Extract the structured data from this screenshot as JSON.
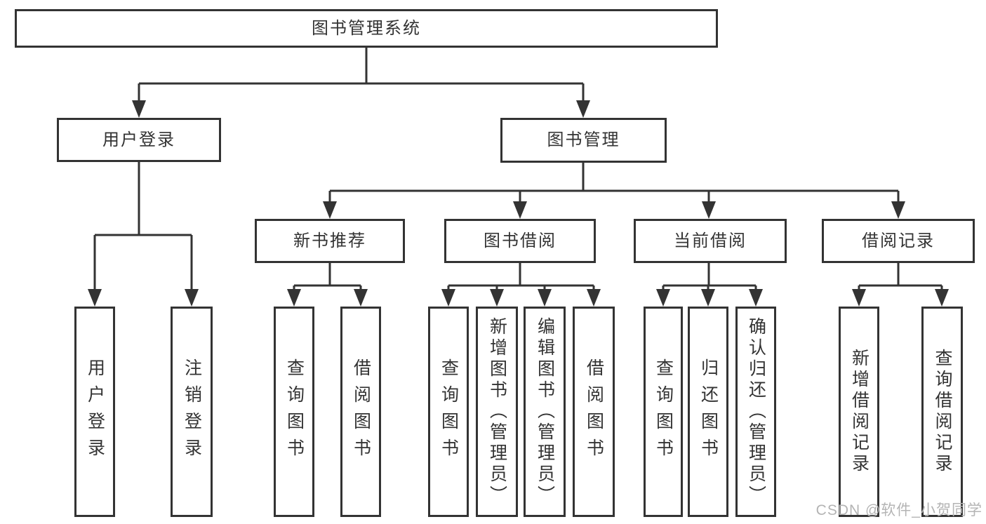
{
  "diagram_type": "functional-structure-tree",
  "tree": {
    "label": "图书管理系统",
    "children": [
      {
        "label": "用户登录",
        "children": [
          {
            "label": "用户登录"
          },
          {
            "label": "注销登录"
          }
        ]
      },
      {
        "label": "图书管理",
        "children": [
          {
            "label": "新书推荐",
            "children": [
              {
                "label": "查询图书"
              },
              {
                "label": "借阅图书"
              }
            ]
          },
          {
            "label": "图书借阅",
            "children": [
              {
                "label": "查询图书"
              },
              {
                "label": "新增图书（管理员）"
              },
              {
                "label": "编辑图书（管理员）"
              },
              {
                "label": "借阅图书"
              }
            ]
          },
          {
            "label": "当前借阅",
            "children": [
              {
                "label": "查询图书"
              },
              {
                "label": "归还图书"
              },
              {
                "label": "确认归还（管理员）"
              }
            ]
          },
          {
            "label": "借阅记录",
            "children": [
              {
                "label": "新增借阅记录"
              },
              {
                "label": "查询借阅记录"
              }
            ]
          }
        ]
      }
    ]
  },
  "watermark": "CSDN @软件_小贺同学",
  "colors": {
    "line": "#333333",
    "box_border": "#333333",
    "text": "#333333",
    "background": "#ffffff",
    "watermark": "#b4b4b4"
  }
}
